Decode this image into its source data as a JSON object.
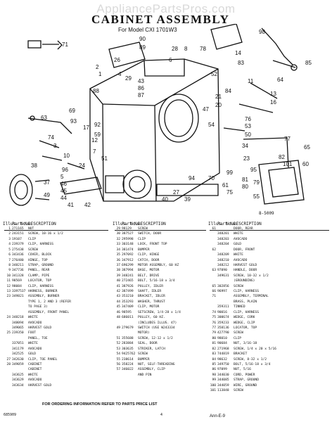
{
  "watermark": "AppliancePartsPros.com",
  "title": "CABINET ASSEMBLY",
  "model": "For Model CXI 1701W3",
  "diagram_code": "8-5009",
  "callouts": [
    "98",
    "71",
    "90",
    "89",
    "28",
    "8",
    "78",
    "14",
    "64",
    "6",
    "26",
    "2",
    "1",
    "4",
    "29",
    "43",
    "86",
    "87",
    "88",
    "69",
    "93",
    "92",
    "17",
    "59",
    "12",
    "7",
    "51",
    "47",
    "54",
    "34",
    "23",
    "53",
    "50",
    "95",
    "76",
    "13",
    "16",
    "63",
    "3",
    "74",
    "10",
    "24",
    "96",
    "5",
    "46",
    "45",
    "44",
    "42",
    "38",
    "37",
    "49",
    "41",
    "40",
    "39",
    "27",
    "94",
    "70",
    "99",
    "61",
    "75",
    "81",
    "80",
    "79",
    "55",
    "82",
    "101",
    "60",
    "65",
    "77",
    "85",
    "11",
    "83",
    "52",
    "84",
    "21",
    "20"
  ],
  "columns": [
    {
      "header": [
        "Illus.\nNo.",
        "Part\nNo.",
        "DESCRIPTION"
      ],
      "rows": [
        [
          "1",
          "271165",
          "NUT"
        ],
        [
          "2",
          "243151",
          "SCREW, 10-16 x 1/2"
        ],
        [
          "3",
          "19107",
          "CLIP"
        ],
        [
          "4",
          "239379",
          "CLIP, HARNESS"
        ],
        [
          "5",
          "275438",
          "SCREW"
        ],
        [
          "6",
          "343436",
          "COVER, BLOCK"
        ],
        [
          "7",
          "276480",
          "HINGE, TOP"
        ],
        [
          "8",
          "348211",
          "STRAP, GROUND"
        ],
        [
          "9",
          "347736",
          "PANEL, REAR"
        ],
        [
          "10",
          "341328",
          "CLAMP, PIPE"
        ],
        [
          "11",
          "98569",
          "LOCATOR, TOP"
        ],
        [
          "12",
          "98084",
          "CLIP, HARNESS"
        ],
        [
          "13",
          "3397537",
          "HARNESS, BURNER"
        ],
        [
          "23",
          "349821",
          "ASSEMBLY, BURNER"
        ],
        [
          "",
          "",
          "TYPE 1, 2 AND 3 (REFER"
        ],
        [
          "",
          "",
          "TO PAGE 3)"
        ],
        [
          "",
          "",
          "ASSEMBLY, FRONT PANEL"
        ],
        [
          "24",
          "348218",
          "WHITE"
        ],
        [
          "",
          "348094",
          "AVOCADO"
        ],
        [
          "",
          "349065",
          "HARVEST GOLD"
        ],
        [
          "25",
          "239350",
          "FOOT"
        ],
        [
          "",
          "",
          "PANEL, TOE"
        ],
        [
          "",
          "337051",
          "WHITE"
        ],
        [
          "",
          "341179",
          "AVOCADO"
        ],
        [
          "",
          "342525",
          "GOLD"
        ],
        [
          "27",
          "342630",
          "CLIP, TOE PANEL"
        ],
        [
          "28",
          "349059",
          "CABINET"
        ],
        [
          "",
          "",
          "CABINET"
        ],
        [
          "",
          "343625",
          "WHITE"
        ],
        [
          "",
          "343629",
          "AVOCADO"
        ],
        [
          "",
          "343634",
          "HARVEST GOLD"
        ]
      ]
    },
    {
      "header": [
        "Illus.\nNo.",
        "Part\nNo.",
        "DESCRIPTION"
      ],
      "rows": [
        [
          "29",
          "98129",
          "SCREW"
        ],
        [
          "30",
          "387527",
          "SWITCH, DOOR"
        ],
        [
          "32",
          "295998",
          "CLIP"
        ],
        [
          "33",
          "303148",
          "LOCK, FRONT TOP"
        ],
        [
          "34",
          "381474",
          "BUMPER"
        ],
        [
          "35",
          "297092",
          "CLIP, HINGE"
        ],
        [
          "36",
          "347912",
          "CATCH, DOOR"
        ],
        [
          "37",
          "696299",
          "MOTOR ASSEMBLY, 60 HZ"
        ],
        [
          "38",
          "387994",
          "BASE, MOTOR"
        ],
        [
          "39",
          "348241",
          "BELT, DRIVE"
        ],
        [
          "40",
          "272465",
          "BOLT, 5/16-18 x 3/4"
        ],
        [
          "41",
          "387926",
          "PULLEY, IDLER"
        ],
        [
          "42",
          "387499",
          "SHAFT, IDLER"
        ],
        [
          "43",
          "353210",
          "BRACKET, IDLER"
        ],
        [
          "44",
          "353293",
          "WASHER, THRUST"
        ],
        [
          "45",
          "347409",
          "CLIP, MOTOR"
        ],
        [
          "46",
          "98595",
          "SETSCREW, 1/4-28 x 1/4"
        ],
        [
          "48",
          "686011",
          "PULLEY, 60 HZ."
        ],
        [
          "",
          "",
          "(INCLUDES ILLUS. 47)"
        ],
        [
          "49",
          "279679",
          "SWITCH (USE W243334"
        ],
        [
          "",
          "",
          "MOTOR)"
        ],
        [
          "51",
          "355688",
          "SCREW, 12-12 x 1/2"
        ],
        [
          "52",
          "283884",
          "SEAL, DOOR"
        ],
        [
          "53",
          "303635",
          "STRIKER, LATCH"
        ],
        [
          "54",
          "9425762",
          "SCREW"
        ],
        [
          "55",
          "238614",
          "BUMPER"
        ],
        [
          "56",
          "358224",
          "NUT, SELF-THREADING"
        ],
        [
          "57",
          "346022",
          "ASSEMBLY, CLIP"
        ],
        [
          "",
          "",
          "AND PIN"
        ]
      ]
    },
    {
      "header": [
        "Illus.\nNo.",
        "Part\nNo.",
        "DESCRIPTION"
      ],
      "rows": [
        [
          "61",
          "",
          "DOOR, REAR"
        ],
        [
          "",
          "348201",
          "WHITE"
        ],
        [
          "",
          "348203",
          "AVOCADO"
        ],
        [
          "",
          "348204",
          "GOLD"
        ],
        [
          "62",
          "",
          "DOOR, FRONT"
        ],
        [
          "",
          "348209",
          "WHITE"
        ],
        [
          "",
          "348210",
          "AVOCADO"
        ],
        [
          "",
          "348212",
          "HARVEST GOLD"
        ],
        [
          "63",
          "97090",
          "HANDLE, DOOR"
        ],
        [
          "",
          "349631",
          "SCREW, 10-32 x 1/2"
        ],
        [
          "",
          "",
          "(GROUNDING)"
        ],
        [
          "65",
          "302856",
          "SCREW"
        ],
        [
          "66",
          "96997",
          "CLIP, HARNESS"
        ],
        [
          "71",
          "",
          "ASSEMBLY, TERMINAL"
        ],
        [
          "",
          "",
          "BRASS, PLAIN"
        ],
        [
          "",
          "359311",
          "TINNED"
        ],
        [
          "74",
          "90016",
          "CLIP, HARNESS"
        ],
        [
          "75",
          "300674",
          "WEDGE, CORK"
        ],
        [
          "76",
          "359233",
          "WEDGE, CLIP"
        ],
        [
          "77",
          "358136",
          "LOCATOR, TOP"
        ],
        [
          "79",
          "427790",
          "SCREW"
        ],
        [
          "80",
          "98010",
          "CLIP"
        ],
        [
          "81",
          "90684",
          "NUT, 3/16-18"
        ],
        [
          "82",
          "271968",
          "SCREW, 1/4 x 20 x 5/16"
        ],
        [
          "83",
          "744819",
          "BRACKET"
        ],
        [
          "84",
          "98632",
          "SCREW, 8-32 x 1/2"
        ],
        [
          "85",
          "349750",
          "BOLT, 5/16-18 x 3/4"
        ],
        [
          "86",
          "97099",
          "NUT, 5/16"
        ],
        [
          "98",
          "344030",
          "CORD, POWER"
        ],
        [
          "99",
          "344085",
          "STRAP, GROUND"
        ],
        [
          "100",
          "344059",
          "WIRE, GROUND"
        ],
        [
          "101",
          "113848",
          "SCREW"
        ]
      ]
    }
  ],
  "footer": "FOR ORDERING INFORMATION REFER TO PARTS PRICE LIST",
  "page_left": "685909",
  "page_number": "4",
  "page_stamp": "Ann-E-9"
}
